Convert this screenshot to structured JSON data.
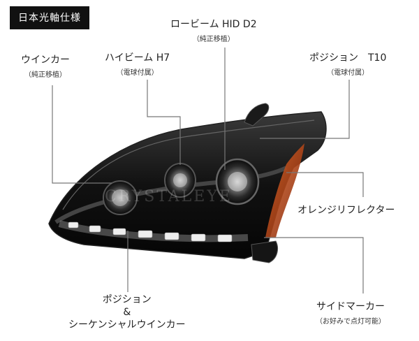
{
  "badge": "日本光軸仕様",
  "labels": {
    "lowbeam": {
      "title": "ロービーム HID D2",
      "sub": "（純正移植）"
    },
    "winker": {
      "title": "ウインカー",
      "sub": "（純正移植）"
    },
    "highbeam": {
      "title": "ハイビーム H7",
      "sub": "（電球付属）"
    },
    "position_t10": {
      "title": "ポジション　T10",
      "sub": "（電球付属）"
    },
    "orange_reflector": {
      "title": "オレンジリフレクター"
    },
    "position_seq": {
      "line1": "ポジション",
      "line2": "&",
      "line3": "シーケンシャルウインカー"
    },
    "side_marker": {
      "title": "サイドマーカー",
      "sub": "（お好みで点灯可能）"
    }
  },
  "watermark": "CRYSTALEYE",
  "colors": {
    "line": "#777777",
    "badge_bg": "#111111",
    "reflector": "#b8441a"
  }
}
